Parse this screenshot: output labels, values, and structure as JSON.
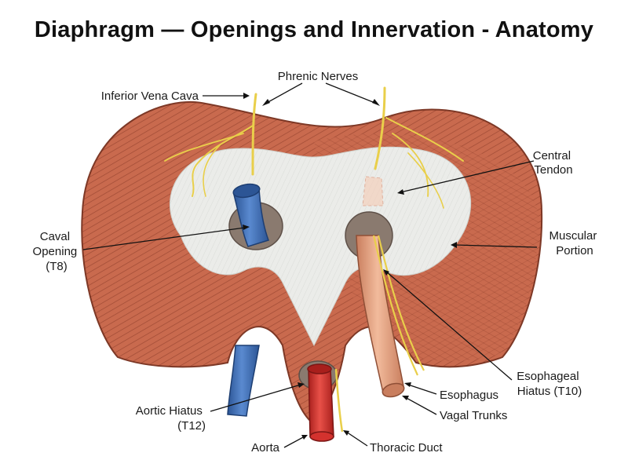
{
  "title": "Diaphragm — Openings and Innervation - Anatomy",
  "labels": {
    "phrenic_nerves": "Phrenic Nerves",
    "ivc": "Inferior Vena Cava",
    "central_tendon": [
      "Central",
      "Tendon"
    ],
    "caval_opening": [
      "Caval",
      "Opening",
      "(T8)"
    ],
    "muscular_portion": [
      "Muscular",
      "Portion"
    ],
    "esophageal_hiatus": [
      "Esophageal",
      "Hiatus (T10)"
    ],
    "esophagus": "Esophagus",
    "vagal_trunks": "Vagal Trunks",
    "aortic_hiatus": [
      "Aortic Hiatus",
      "(T12)"
    ],
    "aorta": "Aorta",
    "thoracic_duct": "Thoracic Duct"
  },
  "colors": {
    "muscle": "#c96a4e",
    "muscle_dark": "#9e4a34",
    "tendon": "#e9ebe8",
    "vein": "#3d6fb8",
    "artery": "#d3322e",
    "esophagus": "#e7a383",
    "nerve": "#e9cf4a",
    "opening": "#8a7a6f"
  }
}
